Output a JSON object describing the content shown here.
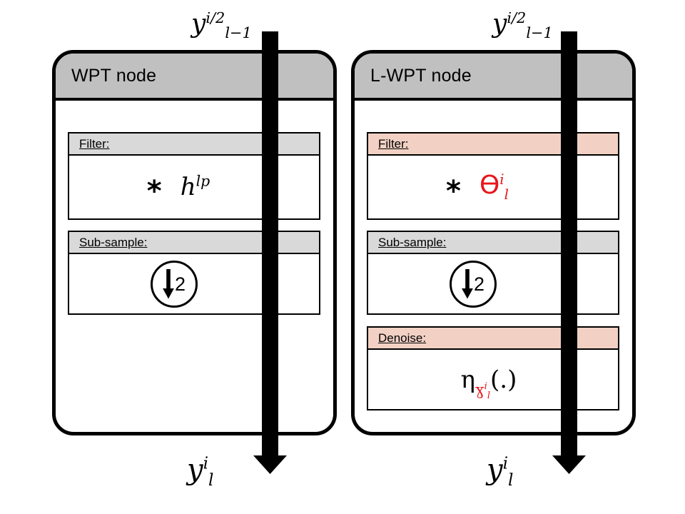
{
  "figure": {
    "title": "WPT node vs L-WPT node block diagram",
    "background": "#ffffff",
    "colors": {
      "node_header": "#c0c0c0",
      "section_header_gray": "#d9d9d9",
      "section_header_peach": "#f2d1c4",
      "learnable_red": "#e8161a",
      "outline": "#000000"
    }
  },
  "signals": {
    "input": {
      "base": "y",
      "superscript": "i/2",
      "subscript": "l−1"
    },
    "output": {
      "base": "y",
      "superscript": "i",
      "subscript": "l"
    }
  },
  "nodes": [
    {
      "id": "wpt",
      "title": "WPT node",
      "header_color": "#c0c0c0",
      "sections": [
        {
          "id": "filter",
          "label": "Filter:",
          "header_color": "#d9d9d9",
          "learnable": false,
          "content_type": "convolution",
          "operator": "*",
          "operand_base": "h",
          "operand_superscript": "lp",
          "operand_subscript": ""
        },
        {
          "id": "subsample",
          "label": "Sub-sample:",
          "header_color": "#d9d9d9",
          "learnable": false,
          "content_type": "downsample",
          "factor": "2"
        }
      ]
    },
    {
      "id": "lwpt",
      "title": "L-WPT node",
      "header_color": "#c0c0c0",
      "sections": [
        {
          "id": "filter",
          "label": "Filter:",
          "header_color": "#f2d1c4",
          "learnable": true,
          "content_type": "convolution",
          "operator": "*",
          "operand_base": "ϴ",
          "operand_superscript": "i",
          "operand_subscript": "l"
        },
        {
          "id": "subsample",
          "label": "Sub-sample:",
          "header_color": "#d9d9d9",
          "learnable": false,
          "content_type": "downsample",
          "factor": "2"
        },
        {
          "id": "denoise",
          "label": "Denoise:",
          "header_color": "#f2d1c4",
          "learnable": true,
          "content_type": "denoise",
          "operator_base": "η",
          "param_base": "ɣ",
          "param_superscript": "i",
          "param_subscript": "l",
          "argument": "(.)"
        }
      ]
    }
  ]
}
